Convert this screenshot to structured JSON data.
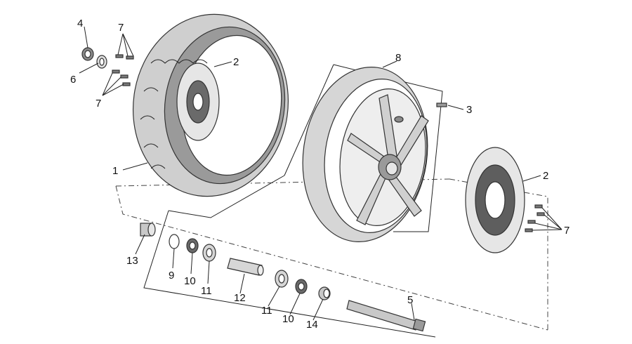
{
  "diagram": {
    "callouts": {
      "c1": "1",
      "c2a": "2",
      "c2b": "2",
      "c3": "3",
      "c4": "4",
      "c5": "5",
      "c6": "6",
      "c7a": "7",
      "c7b": "7",
      "c7c": "7",
      "c8": "8",
      "c9": "9",
      "c10a": "10",
      "c10b": "10",
      "c11a": "11",
      "c11b": "11",
      "c12": "12",
      "c13": "13",
      "c14": "14"
    },
    "colors": {
      "fill": "#c8c8c8",
      "fill_dark": "#8a8a8a",
      "fill_light": "#e2e2e2",
      "stroke": "#333333"
    }
  }
}
